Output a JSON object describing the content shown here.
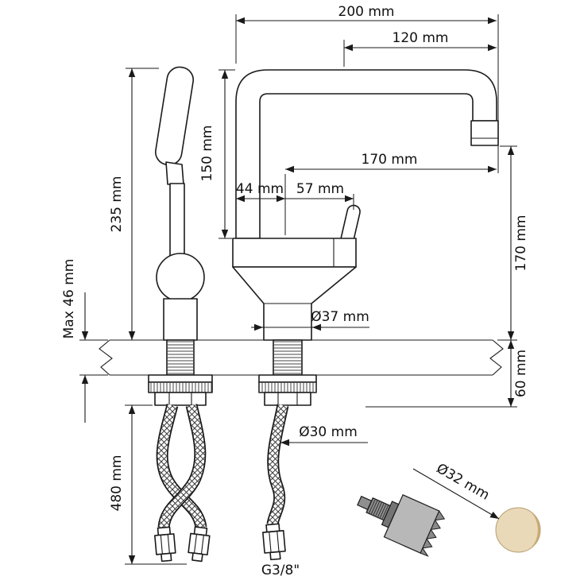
{
  "meta": {
    "title": "Kitchen faucet installation dimension drawing"
  },
  "dimensions": {
    "spout_total_width": "200 mm",
    "spout_reach_upper": "120 mm",
    "spout_rise": "150 mm",
    "spout_reach_lower": "170 mm",
    "body_front_offset": "44 mm",
    "handle_offset": "57 mm",
    "height_above_counter": "235 mm",
    "max_counter_thickness": "Max 46 mm",
    "base_diameter": "Ø37 mm",
    "outlet_to_counter": "170 mm",
    "under_counter_clearance": "60 mm",
    "hose_length": "480 mm",
    "shank_diameter": "Ø30 mm",
    "hose_thread": "G3/8\"",
    "drill_hole_diameter": "Ø32 mm"
  },
  "colors": {
    "line": "#1a1a1a",
    "background": "#ffffff",
    "hole_saw_body": "#b8b8b8",
    "hole_saw_shank": "#8f8f8f",
    "hole_saw_collar": "#747474",
    "hole_saw_teeth": "#8a8a8a",
    "cut_plug": "#ead9b8",
    "cut_plug_shadow": "#c9ab74"
  }
}
